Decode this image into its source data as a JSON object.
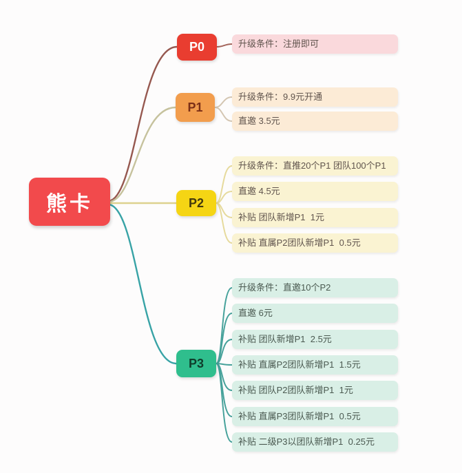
{
  "canvas": {
    "bg": "#fdfcfc"
  },
  "root": {
    "label": "熊卡",
    "bg": "#f24a4c",
    "text_color": "#ffffff"
  },
  "branches": [
    {
      "label": "P0",
      "node_bg": "#e93d30",
      "node_text_color": "#ffffff",
      "edge_color": "#96584f",
      "child_edge_color": "#a4655b",
      "child_bg": "#fad9dc",
      "child_text_color": "#60544d",
      "children": [
        "升级条件：注册即可"
      ]
    },
    {
      "label": "P1",
      "node_bg": "#f29d4d",
      "node_text_color": "#7c2f17",
      "edge_color": "#c6c29d",
      "child_edge_color": "#d4c6b2",
      "child_bg": "#fcebd6",
      "child_text_color": "#60544d",
      "children": [
        "升级条件：9.9元开通",
        "直邀 3.5元"
      ]
    },
    {
      "label": "P2",
      "node_bg": "#f5d514",
      "node_text_color": "#433a0c",
      "edge_color": "#ddd18e",
      "child_edge_color": "#e6da9c",
      "child_bg": "#faf3d2",
      "child_text_color": "#60544d",
      "children": [
        "升级条件：直推20个P1 团队100个P1",
        "直邀 4.5元",
        "补贴 团队新增P1  1元",
        "补贴 直属P2团队新增P1  0.5元"
      ]
    },
    {
      "label": "P3",
      "node_bg": "#2fbe8d",
      "node_text_color": "#0f3d2b",
      "edge_color": "#38a3a6",
      "child_edge_color": "#47a29b",
      "child_bg": "#d9efe6",
      "child_text_color": "#4a5950",
      "children": [
        "升级条件：直邀10个P2",
        "直邀 6元",
        "补贴 团队新增P1  2.5元",
        "补贴 直属P2团队新增P1  1.5元",
        "补贴 团队P2团队新增P1  1元",
        "补贴 直属P3团队新增P1  0.5元",
        "补贴 二级P3以团队新增P1  0.25元"
      ]
    }
  ]
}
